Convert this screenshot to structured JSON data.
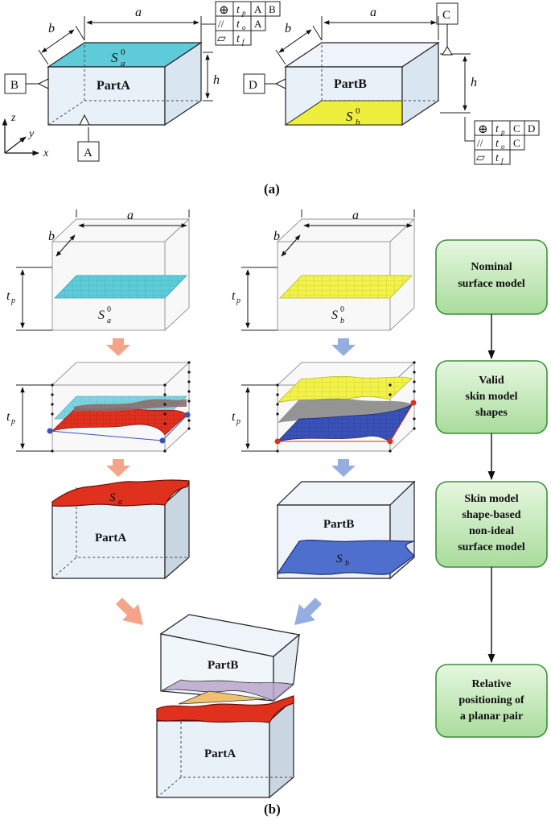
{
  "panel_a": {
    "caption": "(a)",
    "dim_a_left": "a",
    "dim_b_left": "b",
    "dim_h_left": "h",
    "dim_a_right": "a",
    "dim_b_right": "b",
    "dim_h_right": "h",
    "part_a_label": "PartA",
    "part_b_label": "PartB",
    "surface_a_label": "S",
    "surface_a_sub": "a",
    "surface_a_sup": "0",
    "surface_b_label": "S",
    "surface_b_sub": "b",
    "surface_b_sup": "0",
    "datum_a": "A",
    "datum_b": "B",
    "datum_c": "C",
    "datum_d": "D",
    "axis_x": "x",
    "axis_y": "y",
    "axis_z": "z",
    "fcf_left": {
      "row1": {
        "symbol": "⊕",
        "tol": "t",
        "tol_sub": "p",
        "d1": "A",
        "d2": "B"
      },
      "row2": {
        "symbol": "//",
        "tol": "t",
        "tol_sub": "o",
        "d1": "A"
      },
      "row3": {
        "symbol": "▱",
        "tol": "t",
        "tol_sub": "f"
      }
    },
    "fcf_right": {
      "row1": {
        "symbol": "⊕",
        "tol": "t",
        "tol_sub": "p",
        "d1": "C",
        "d2": "D"
      },
      "row2": {
        "symbol": "//",
        "tol": "t",
        "tol_sub": "o",
        "d1": "C"
      },
      "row3": {
        "symbol": "▱",
        "tol": "t",
        "tol_sub": "f"
      }
    }
  },
  "panel_b": {
    "caption": "(b)",
    "dim_a": "a",
    "dim_b": "b",
    "dim_tp": "t",
    "dim_tp_sub": "p",
    "surface_a_label": "S",
    "surface_a_sub": "a",
    "surface_a_sup": "0",
    "surface_b_label": "S",
    "surface_b_sub": "b",
    "surface_b_sup": "0",
    "skin_a_label": "S",
    "skin_a_sub": "a",
    "skin_b_label": "S",
    "skin_b_sub": "b",
    "part_a_label": "PartA",
    "part_b_label": "PartB",
    "assembly_part_b": "PartB",
    "assembly_part_a": "PartA"
  },
  "flowchart": [
    {
      "line1": "Nominal",
      "line2": "surface model"
    },
    {
      "line1": "Valid",
      "line2": "skin model",
      "line3": "shapes"
    },
    {
      "line1": "Skin model",
      "line2": "shape-based",
      "line3": "non-ideal",
      "line4": "surface model"
    },
    {
      "line1": "Relative",
      "line2": "positioning of",
      "line3": "a planar pair"
    }
  ],
  "colors": {
    "cyan_surface": "#5ecbd9",
    "yellow_surface": "#f2f24a",
    "red_skin": "#e0301e",
    "blue_skin": "#3a52b8",
    "flow_fill": "#c8ecc0",
    "flow_border": "#3b8f3b",
    "orange_arrow": "#f4a488",
    "blue_arrow": "#95aee0"
  }
}
